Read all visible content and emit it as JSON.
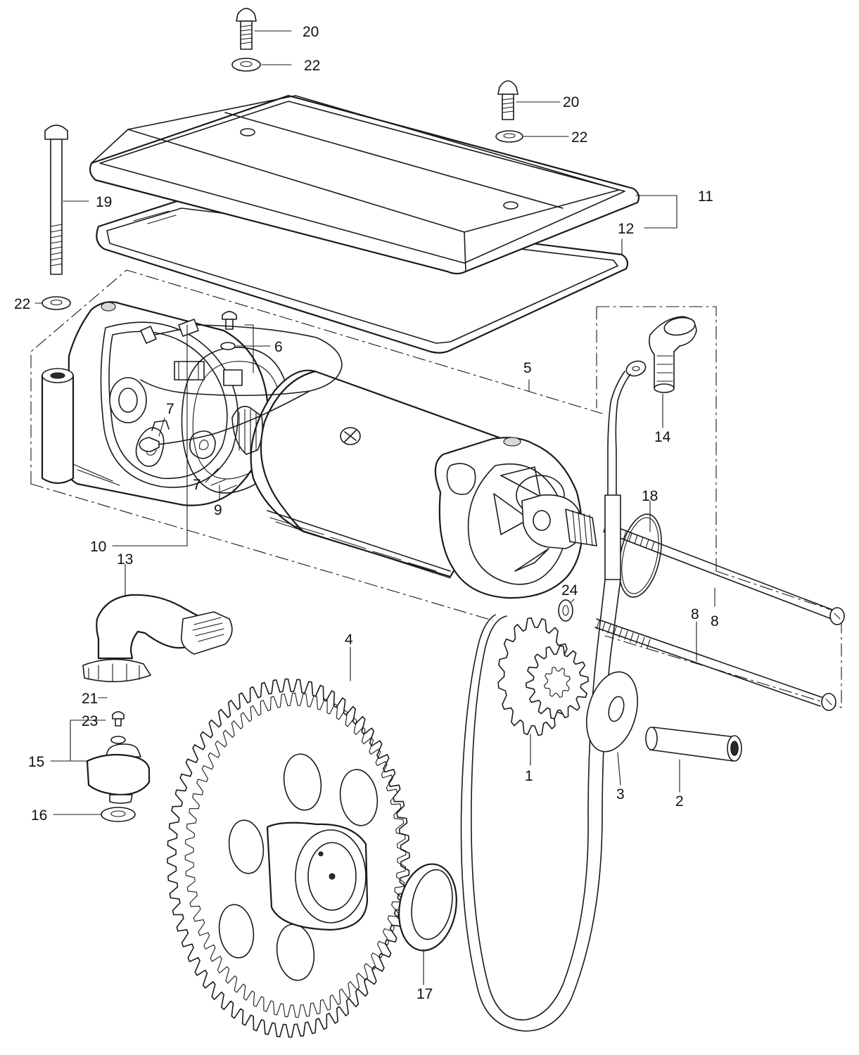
{
  "labels": {
    "p1": "1",
    "p2": "2",
    "p3": "3",
    "p4": "4",
    "p5": "5",
    "p6": "6",
    "p7a": "7",
    "p7b": "7",
    "p8a": "8",
    "p8b": "8",
    "p9": "9",
    "p10": "10",
    "p11": "11",
    "p12": "12",
    "p13": "13",
    "p14": "14",
    "p15": "15",
    "p16": "16",
    "p17": "17",
    "p18": "18",
    "p19": "19",
    "p20a": "20",
    "p20b": "20",
    "p21": "21",
    "p22a": "22",
    "p22b": "22",
    "p22c": "22",
    "p23": "23",
    "p24": "24"
  }
}
